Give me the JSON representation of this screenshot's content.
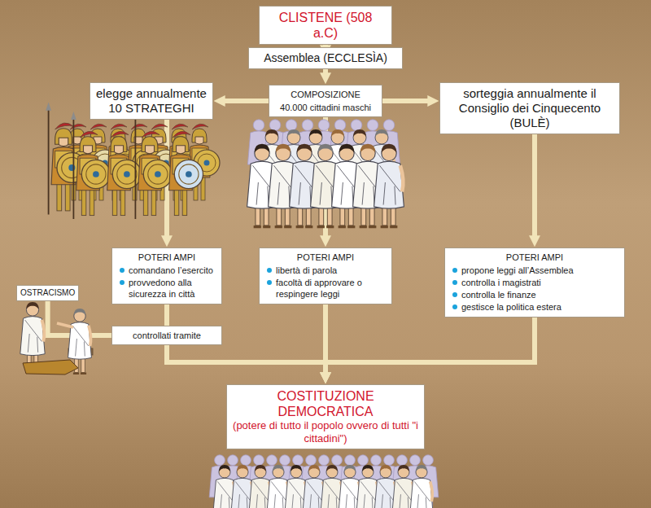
{
  "diagram": {
    "nodes": [
      {
        "text": [
          "CLISTENE (508 a.C)"
        ]
      },
      {
        "text": [
          "Assemblea (ECCLESÌA)"
        ]
      },
      {
        "text": [
          "elegge annualmente 10 STRATEGHI"
        ]
      },
      {
        "text": [
          "COMPOSIZIONE",
          "40.000 cittadini maschi"
        ]
      },
      {
        "text": [
          "sorteggia annualmente il Consiglio dei Cinquecento (BULÈ)"
        ]
      },
      {
        "text": [
          "POTERI AMPI",
          "comandano l’esercito",
          "provvedono alla sicurezza in città"
        ]
      },
      {
        "text": [
          "POTERI AMPI",
          "libertà di parola",
          "facoltà di approvare o respingere leggi"
        ]
      },
      {
        "text": [
          "POTERI AMPI",
          "propone leggi all’Assemblea",
          "controlla i magistrati",
          "controlla le finanze",
          "gestisce la politica estera"
        ]
      },
      {
        "text": [
          "OSTRACISMO"
        ]
      },
      {
        "text": [
          "controllati tramite"
        ]
      },
      {
        "text": [
          "COSTITUZIONE DEMOCRATICA",
          "(potere di tutto il popolo ovvero di tutti \"i cittadini\")"
        ]
      }
    ],
    "edges": [
      {
        "from": 0,
        "to": 1,
        "arrow": "to"
      },
      {
        "from": 1,
        "to": 3,
        "arrow": "to"
      },
      {
        "from": 3,
        "to": 2,
        "arrow": "to"
      },
      {
        "from": 3,
        "to": 4,
        "arrow": "to"
      },
      {
        "from": 2,
        "to": 5,
        "arrow": "to"
      },
      {
        "from": 3,
        "to": 6,
        "arrow": "to"
      },
      {
        "from": 4,
        "to": 7,
        "arrow": "to"
      },
      {
        "from": 8,
        "to": 9,
        "arrow": "none"
      },
      {
        "from": 5,
        "to": 9,
        "arrow": "none"
      },
      {
        "from": 9,
        "to": 10,
        "arrow": "to"
      },
      {
        "from": 6,
        "to": 10,
        "arrow": "to"
      },
      {
        "from": 7,
        "to": 10,
        "arrow": "to"
      }
    ]
  }
}
